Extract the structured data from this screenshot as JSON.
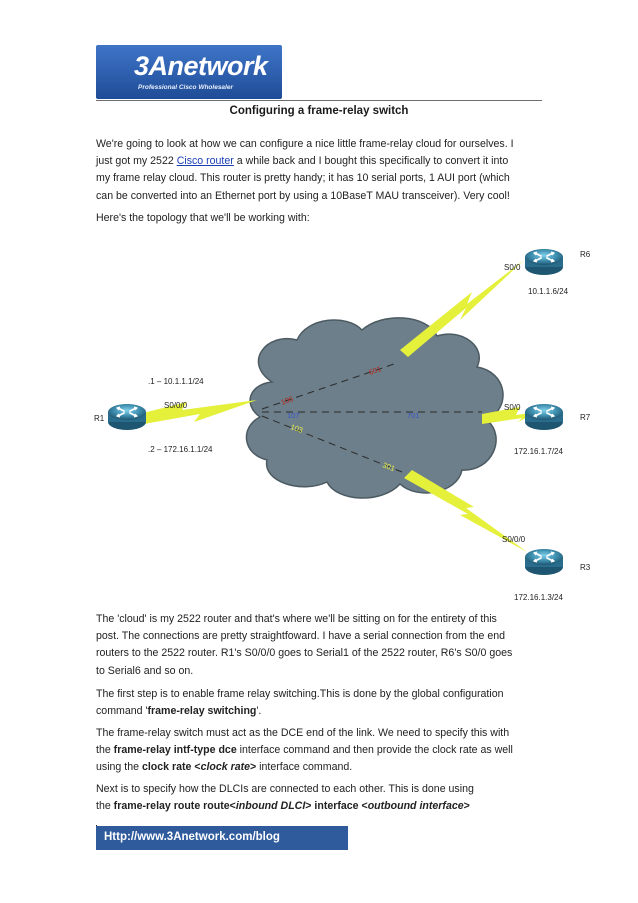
{
  "logo": {
    "brand": "3Anetwork",
    "tagline": "Professional Cisco Wholesaler"
  },
  "title": "Configuring a frame-relay switch",
  "intro": {
    "line1": "We're going to look at how we can configure a nice little frame-relay cloud for ourselves. I",
    "line2_pre": "just got my 2522 ",
    "link": "Cisco router",
    "line2_post": " a while back and I bought this specifically to convert it into",
    "line3": "my frame relay cloud. This router is pretty handy; it has 10 serial ports, 1 AUI port (which",
    "line4": "can be converted into an Ethernet port by using a 10BaseT MAU transceiver). Very cool!"
  },
  "topology_intro": "Here's the topology that we'll be working with:",
  "diagram": {
    "routers": {
      "r1": {
        "name": "R1",
        "interface": "S0/0/0",
        "ip_top": ".1 – 10.1.1.1/24",
        "ip_bottom": ".2 – 172.16.1.1/24"
      },
      "r6": {
        "name": "R6",
        "interface": "S0/0",
        "ip": "10.1.1.6/24"
      },
      "r7": {
        "name": "R7",
        "interface": "S0/0",
        "ip": "172.16.1.7/24"
      },
      "r3": {
        "name": "R3",
        "interface": "S0/0/0",
        "ip": "172.16.1.3/24"
      }
    },
    "dlcis": {
      "d106": "106",
      "d107": "107",
      "d103": "103",
      "d601": "601",
      "d701": "701",
      "d301": "301"
    },
    "colors": {
      "cloud": "#6d7f8a",
      "router": "#3f8fb0",
      "bolt": "#e4f03a",
      "dlci_red": "#b3281e",
      "dlci_blue": "#3a55c8",
      "dlci_yellow": "#e9ef4a"
    }
  },
  "para_cloud": {
    "line1": "The 'cloud' is my 2522 router and that's where we'll be sitting on for the entirety of this",
    "line2": "post. The connections are pretty straightfoward. I have a serial connection from the end",
    "line3": "routers to the 2522 router. R1's S0/0/0 goes to Serial1 of the 2522 router, R6's S0/0 goes",
    "line4": "to Serial6 and so on."
  },
  "para_step1": {
    "line1": "The first step is to enable frame relay switching.This is done by the global configuration",
    "line2_pre": "command '",
    "cmd": "frame-relay switching",
    "line2_post": "'."
  },
  "para_dce": {
    "line1": "The frame-relay switch must act as the DCE end of the link. We need to specify this with",
    "line2_pre": "the ",
    "cmd1": "frame-relay intf-type dce",
    "line2_post": " interface command and then provide the clock rate as well",
    "line3_pre": "using the ",
    "cmd2": "clock rate <",
    "cmd2_arg": "clock rate",
    "cmd2_end": ">",
    "line3_post": " interface command."
  },
  "para_dlci": {
    "line1": "Next is to specify how the DLCIs are connected to each other. This is done using",
    "line2_pre": "the ",
    "cmd1": "frame-relay route route<",
    "arg1": "inbound DLCI",
    "cmd1_end": "> interface <",
    "arg2": "outbound interface",
    "cmd2_end": ">"
  },
  "footer": {
    "url": "Http://www.3Anetwork.com/blog"
  }
}
